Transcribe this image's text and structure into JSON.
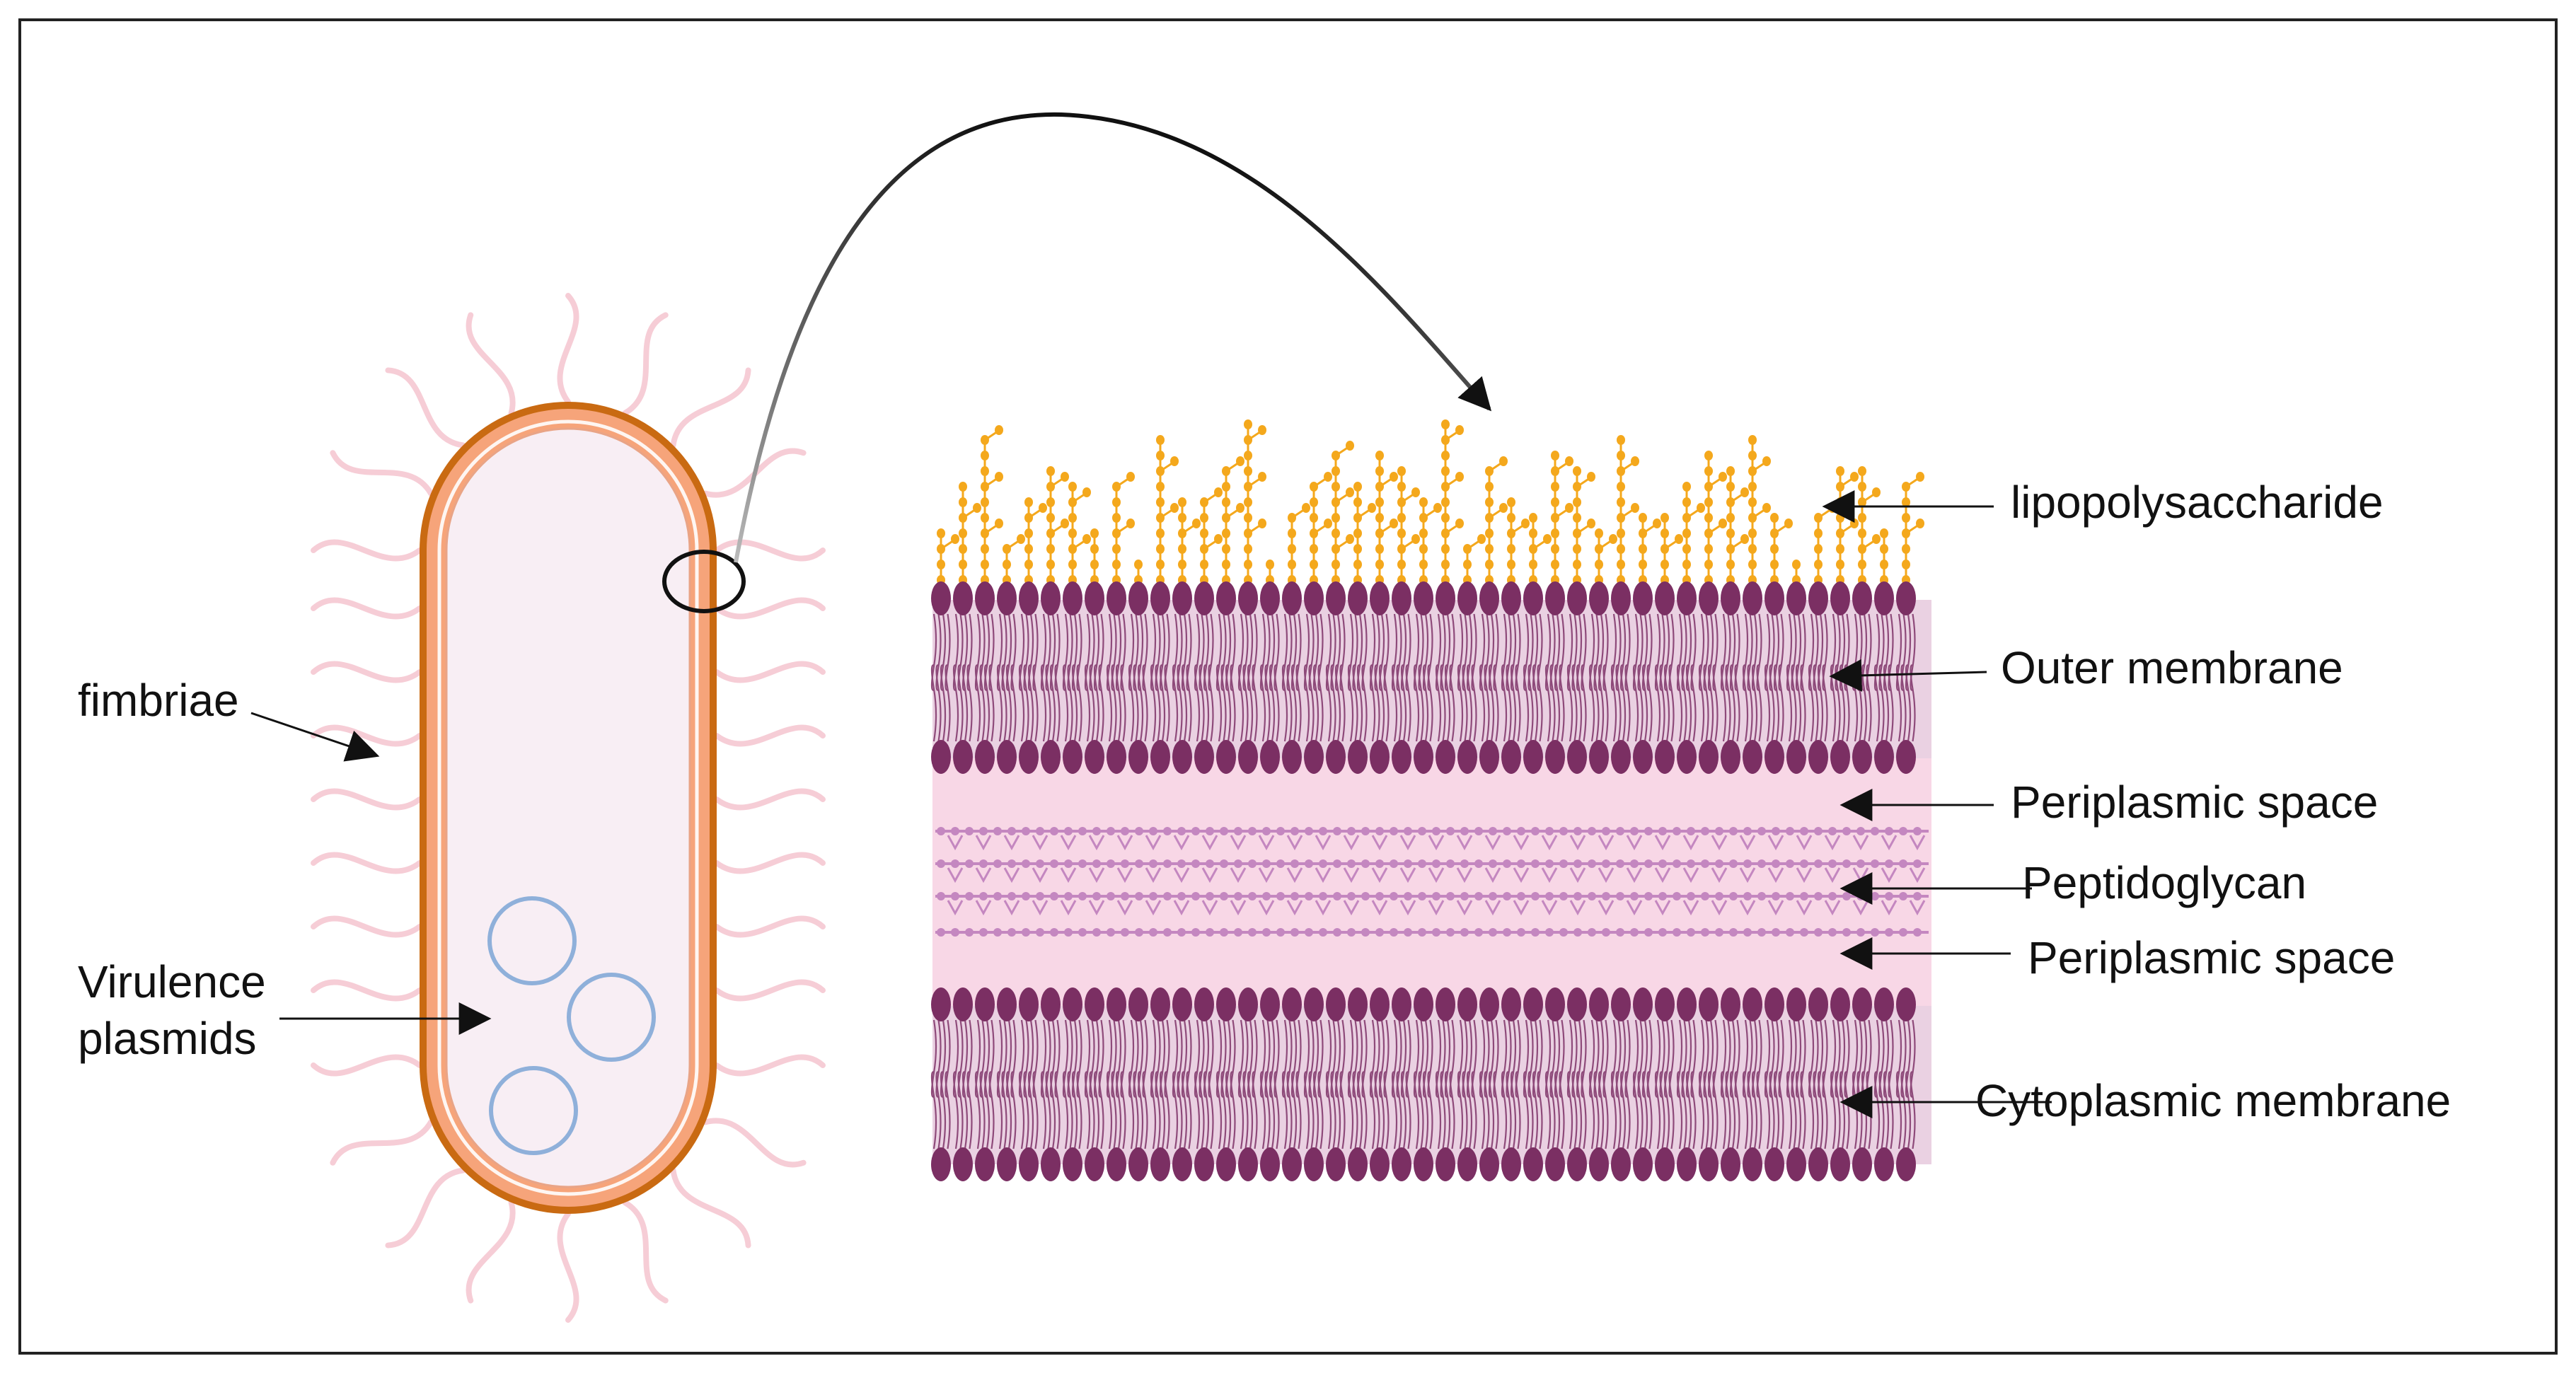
{
  "labels": {
    "fimbriae": "fimbriae",
    "virulence_line1": "Virulence",
    "virulence_line2": "plasmids",
    "lipopolysaccharide": "lipopolysaccharide",
    "outer_membrane": "Outer membrane",
    "periplasmic_space_top": "Periplasmic space",
    "peptidoglycan": "Peptidoglycan",
    "periplasmic_space_bottom": "Periplasmic space",
    "cytoplasmic_membrane": "Cytoplasmic membrane"
  },
  "colors": {
    "frame": "#222222",
    "cell_wall_outer": "#c96a12",
    "cell_wall_mid": "#f6a47a",
    "cytoplasm": "#f8eef4",
    "fimbriae": "#f6cdd6",
    "plasmid": "#8fb0da",
    "lipid_head": "#7b2f63",
    "lipid_tail": "#8e4a7a",
    "lipid_band_bg": "#cfa2c4",
    "periplasm": "#f8d7e6",
    "peptidoglycan": "#c487c0",
    "lps": "#f4a81c",
    "arrow": "#111111"
  }
}
